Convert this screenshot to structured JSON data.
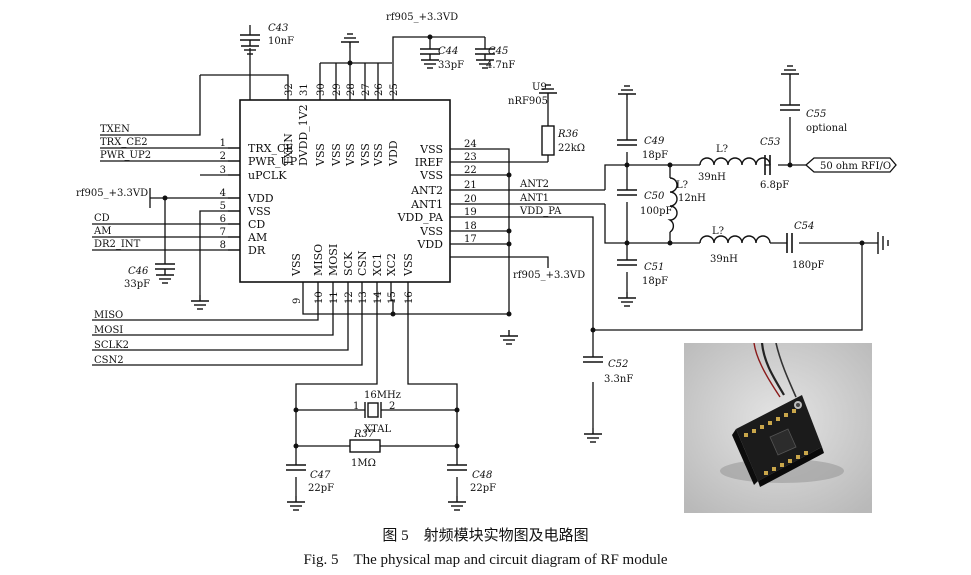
{
  "chip": {
    "name": "U9",
    "part": "nRF905",
    "left_pins": [
      {
        "num": "1",
        "name": "TRX_CE"
      },
      {
        "num": "2",
        "name": "PWR_UP"
      },
      {
        "num": "3",
        "name": "uPCLK"
      },
      {
        "num": "4",
        "name": "VDD"
      },
      {
        "num": "5",
        "name": "VSS"
      },
      {
        "num": "6",
        "name": "CD"
      },
      {
        "num": "7",
        "name": "AM"
      },
      {
        "num": "8",
        "name": "DR"
      }
    ],
    "right_pins": [
      {
        "num": "24",
        "name": "VSS"
      },
      {
        "num": "23",
        "name": "IREF"
      },
      {
        "num": "22",
        "name": "VSS"
      },
      {
        "num": "21",
        "name": "ANT2"
      },
      {
        "num": "20",
        "name": "ANT1"
      },
      {
        "num": "19",
        "name": "VDD_PA"
      },
      {
        "num": "18",
        "name": "VSS"
      },
      {
        "num": "17",
        "name": "VDD"
      }
    ],
    "top_pins": [
      {
        "num": "32",
        "name": "TXEN"
      },
      {
        "num": "31",
        "name": "DVDD_1V2"
      },
      {
        "num": "30",
        "name": "VSS"
      },
      {
        "num": "29",
        "name": "VSS"
      },
      {
        "num": "28",
        "name": "VSS"
      },
      {
        "num": "27",
        "name": "VSS"
      },
      {
        "num": "26",
        "name": "VSS"
      },
      {
        "num": "25",
        "name": "VDD"
      }
    ],
    "bottom_pins": [
      {
        "num": "9",
        "name": "VSS"
      },
      {
        "num": "10",
        "name": "MISO"
      },
      {
        "num": "11",
        "name": "MOSI"
      },
      {
        "num": "12",
        "name": "SCK"
      },
      {
        "num": "13",
        "name": "CSN"
      },
      {
        "num": "14",
        "name": "XC1"
      },
      {
        "num": "15",
        "name": "XC2"
      },
      {
        "num": "16",
        "name": "VSS"
      }
    ]
  },
  "nets": {
    "left_signals": [
      "TXEN",
      "TRX_CE2",
      "PWR_UP2"
    ],
    "vdd_left": "rf905_+3.3VD",
    "left_signals_lower": [
      "CD",
      "AM",
      "DR2_INT"
    ],
    "bottom_signals": [
      "MISO",
      "MOSI",
      "SCLK2",
      "CSN2"
    ],
    "vdd_top": "rf905_+3.3VD",
    "vdd_right": "rf905_+3.3VD",
    "rf_port": "50 ohm RFI/O",
    "ant2": "ANT2",
    "ant1": "ANT1",
    "vdd_pa": "VDD_PA"
  },
  "components": {
    "c43": {
      "ref": "C43",
      "value": "10nF"
    },
    "c44": {
      "ref": "C44",
      "value": "33pF"
    },
    "c45": {
      "ref": "C45",
      "value": "4.7nF"
    },
    "r36": {
      "ref": "R36",
      "value": "22kΩ"
    },
    "c46": {
      "ref": "C46",
      "value": "33pF"
    },
    "c49": {
      "ref": "C49",
      "value": "18pF"
    },
    "c50": {
      "ref": "C50",
      "value": "100pF"
    },
    "l_mid": {
      "ref": "L?",
      "value": "12nH"
    },
    "c51": {
      "ref": "C51",
      "value": "18pF"
    },
    "l_top": {
      "ref": "L?",
      "value": "39nH"
    },
    "c53": {
      "ref": "C53",
      "value": "6.8pF"
    },
    "c55": {
      "ref": "C55",
      "value": "optional"
    },
    "l_bot": {
      "ref": "L?",
      "value": "39nH"
    },
    "c54": {
      "ref": "C54",
      "value": "180pF"
    },
    "c52": {
      "ref": "C52",
      "value": "3.3nF"
    },
    "xtal": {
      "freq": "16MHz",
      "label": "XTAL",
      "pin1": "1",
      "pin2": "2"
    },
    "r37": {
      "ref": "R37",
      "value": "1MΩ"
    },
    "c47": {
      "ref": "C47",
      "value": "22pF"
    },
    "c48": {
      "ref": "C48",
      "value": "22pF"
    }
  },
  "caption": {
    "cn": "图 5　射频模块实物图及电路图",
    "en": "Fig. 5　The physical map and circuit diagram of RF module"
  }
}
